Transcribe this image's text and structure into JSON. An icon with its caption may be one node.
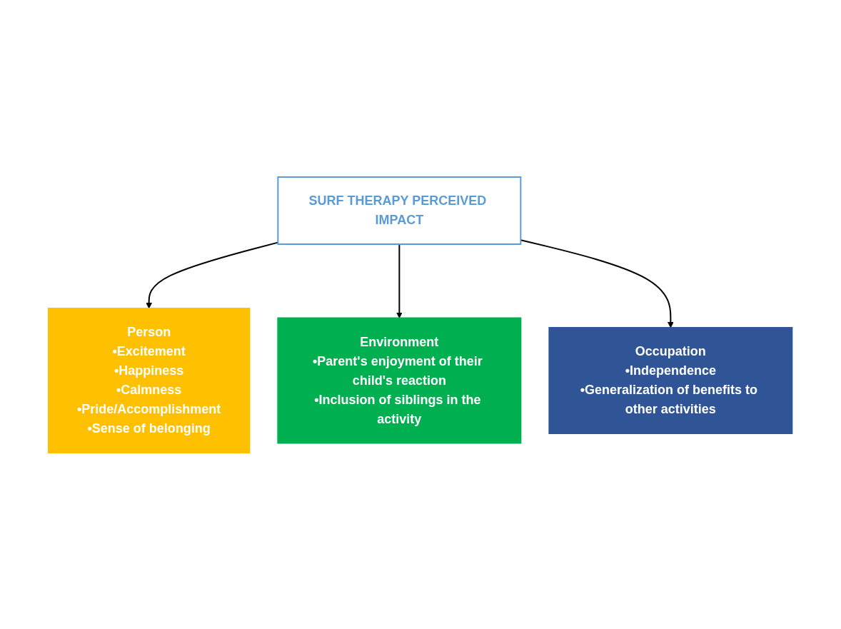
{
  "diagram": {
    "nodes": [
      {
        "text": [
          "SURF THERAPY PERCEIVED IMPACT"
        ]
      },
      {
        "text": [
          "Person",
          "•Excitement",
          "•Happiness",
          "•Calmness",
          "•Pride/Accomplishment",
          "•Sense of belonging"
        ]
      },
      {
        "text": [
          "Environment",
          "•Parent's enjoyment of their child's reaction",
          "•Inclusion of siblings in the activity"
        ]
      },
      {
        "text": [
          "Occupation",
          "•Independence",
          "•Generalization of benefits to other activities"
        ]
      }
    ],
    "edges": [
      {
        "from": 0,
        "to": 1,
        "arrow": "to"
      },
      {
        "from": 0,
        "to": 2,
        "arrow": "to"
      },
      {
        "from": 0,
        "to": 3,
        "arrow": "to"
      }
    ]
  }
}
